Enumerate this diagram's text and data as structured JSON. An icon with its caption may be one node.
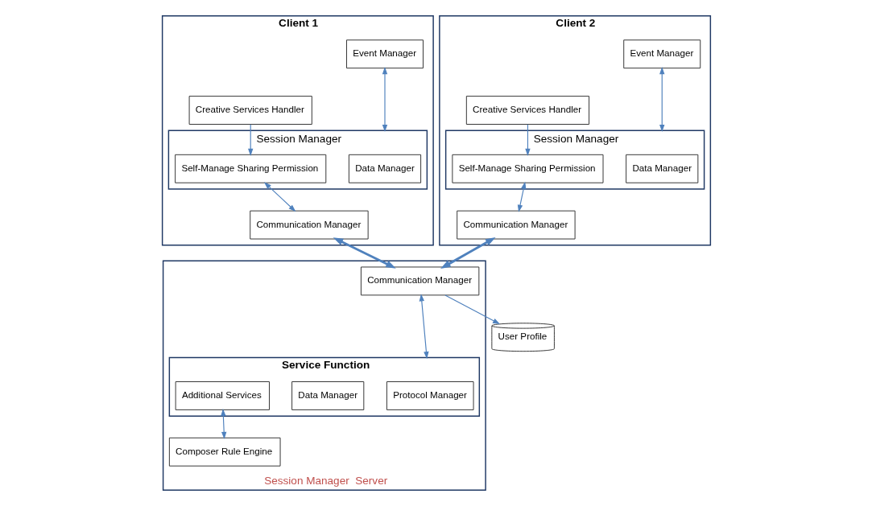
{
  "diagram": {
    "nodes": [
      {
        "text": [
          "Client 1"
        ]
      },
      {
        "text": [
          "Event Manager"
        ],
        "in": 0
      },
      {
        "text": [
          "Session Manager"
        ],
        "in": 0
      },
      {
        "text": [
          "Data Manager"
        ],
        "in": 2
      },
      {
        "text": [
          "Self-Manage Sharing Permission"
        ],
        "in": 2
      },
      {
        "text": [
          "Creative Services Handler"
        ],
        "in": 0
      },
      {
        "text": [
          "Communication Manager"
        ],
        "in": 0
      },
      {
        "text": [
          "Client 2"
        ]
      },
      {
        "text": [
          "Event Manager"
        ],
        "in": 7
      },
      {
        "text": [
          "Session Manager"
        ],
        "in": 7
      },
      {
        "text": [
          "Data Manager"
        ],
        "in": 9
      },
      {
        "text": [
          "Self-Manage Sharing Permission"
        ],
        "in": 9
      },
      {
        "text": [
          "Creative Services Handler"
        ],
        "in": 7
      },
      {
        "text": [
          "Communication Manager"
        ],
        "in": 7
      },
      {
        "text": [
          "Session Manager  Server"
        ]
      },
      {
        "text": [
          "Communication Manager"
        ],
        "in": 14
      },
      {
        "text": [
          "Service Function"
        ],
        "in": 14
      },
      {
        "text": [
          "Protocol Manager"
        ],
        "in": 16
      },
      {
        "text": [
          "Data Manager"
        ],
        "in": 16
      },
      {
        "text": [
          "Additional Services"
        ],
        "in": 16
      },
      {
        "text": [
          "Composer Rule Engine"
        ],
        "in": 14
      },
      {
        "text": [
          "User Profile"
        ]
      }
    ],
    "edges": [
      {
        "from": 1,
        "to": 2,
        "arrow": "both"
      },
      {
        "from": 5,
        "to": 4,
        "arrow": "to"
      },
      {
        "from": 4,
        "to": 6,
        "arrow": "both"
      },
      {
        "from": 8,
        "to": 9,
        "arrow": "both"
      },
      {
        "from": 12,
        "to": 11,
        "arrow": "to"
      },
      {
        "from": 11,
        "to": 13,
        "arrow": "both"
      },
      {
        "from": 6,
        "to": 15,
        "arrow": "both",
        "style": "thick"
      },
      {
        "from": 13,
        "to": 15,
        "arrow": "both",
        "style": "thick"
      },
      {
        "from": 15,
        "to": 21,
        "arrow": "to"
      },
      {
        "from": 15,
        "to": 16,
        "arrow": "both"
      },
      {
        "from": 19,
        "to": 20,
        "arrow": "both"
      }
    ]
  }
}
